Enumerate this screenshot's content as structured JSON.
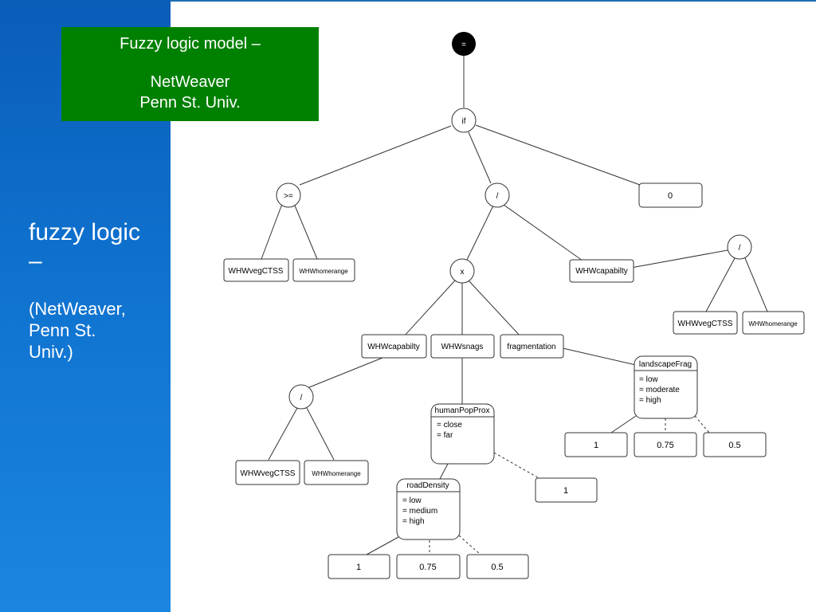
{
  "sidebar": {
    "title": "fuzzy logic\n–",
    "subtitle": "(NetWeaver,\nPenn St.\nUniv.)"
  },
  "badge": {
    "line1": "Fuzzy logic model –",
    "line2": "NetWeaver\nPenn St. Univ."
  },
  "tree": {
    "root": "=",
    "if": "if",
    "gte": ">=",
    "div1": "/",
    "zero": "0",
    "mult": "x",
    "div2": "/",
    "div3": "/",
    "whwveg1": "WHWvegCTSS",
    "whwhome1": "WHWhomerange",
    "whwcap1": "WHWcapabilty",
    "whwveg2": "WHWvegCTSS",
    "whwhome2": "WHWhomerange",
    "whwcap2": "WHWcapabilty",
    "whwsnags": "WHWsnags",
    "fragmentation": "fragmentation",
    "whwveg3": "WHWvegCTSS",
    "whwhome3": "WHWhomerange",
    "human": {
      "title": "humanPopProx",
      "items": [
        "= close",
        "= far"
      ]
    },
    "road": {
      "title": "roadDensity",
      "items": [
        "= low",
        "= medium",
        "= high"
      ]
    },
    "landscape": {
      "title": "landscapeFrag",
      "items": [
        "= low",
        "= moderate",
        "= high"
      ]
    },
    "human_val": "1",
    "road_vals": [
      "1",
      "0.75",
      "0.5"
    ],
    "land_vals": [
      "1",
      "0.75",
      "0.5"
    ]
  },
  "colors": {
    "sidebar": "#0f72cf",
    "badge": "#008000"
  }
}
